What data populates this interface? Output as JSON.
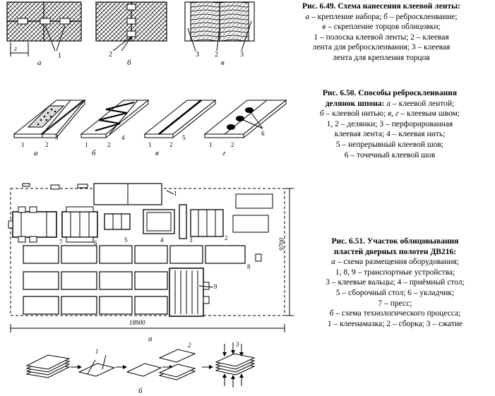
{
  "fig649": {
    "caption": [
      {
        "b": "Рис. 6.49. Схема нанесения клеевой ленты:"
      },
      {
        "i": "а",
        "t": " – крепление набора; ",
        "i2": "б",
        "t2": " – ребросклеивание;"
      },
      {
        "i": "в",
        "t": " – скрепление торцов облицовки;"
      },
      {
        "t": "1 – полоска клеевой ленты; 2 – клеевая"
      },
      {
        "t": "лента для ребросклеивания; 3 – клеевая"
      },
      {
        "t": "лента для крепления торцов"
      }
    ],
    "labels": {
      "a": "а",
      "b": "б",
      "v": "в",
      "g": "г",
      "n1": "1",
      "n2": "2",
      "n2b": "2",
      "n3": "3",
      "n3b": "3"
    }
  },
  "fig650": {
    "caption": [
      {
        "b": "Рис. 6.50. Способы ребросклеивания"
      },
      {
        "b": "делянок шпона: ",
        "i": "а",
        "t": " – клеевой лентой;"
      },
      {
        "i": "б",
        "t": " – клеевой нитью; ",
        "i2": "в, г",
        "t2": " – клеевым швом;"
      },
      {
        "t": "1, 2 – делянки; 3 – перфорированная"
      },
      {
        "t": "клеевая лента; 4 – клеевая нить;"
      },
      {
        "t": "5 – непрерывный клеевой шов;"
      },
      {
        "t": "6 – точечный клеевой шов"
      }
    ],
    "labels": {
      "a": "а",
      "b": "б",
      "v": "в",
      "g": "г",
      "n1": "1",
      "n2": "2",
      "n3": "3",
      "n4": "4",
      "n5": "5",
      "n6": "6"
    }
  },
  "fig651": {
    "caption": [
      {
        "b": "Рис. 6.51. Участок облицовывания"
      },
      {
        "b": "пластей дверных полотен ДВ216:"
      },
      {
        "i": "а",
        "t": " – схема размещения оборудования;"
      },
      {
        "t": "1, 8, 9 – транспортные устройства;"
      },
      {
        "t": "3 – клеевые вальцы; 4 – приёмный стол;"
      },
      {
        "t": "5 – сборочный стол; 6 – укладчик;"
      },
      {
        "t": "7 – пресс;"
      },
      {
        "i": "б",
        "t": " – схема технологического процесса;"
      },
      {
        "t": "1 – клеенамазка; 2 – сборка; 3 – сжатие"
      }
    ],
    "dims": {
      "height": "9700",
      "width": "18900"
    },
    "labels": {
      "a": "а",
      "b": "б",
      "n1": "1",
      "n2": "2",
      "n3": "3",
      "n4": "4",
      "n5": "5",
      "n6": "6",
      "n7": "7",
      "n8": "8",
      "n9": "9",
      "p1": "1",
      "p2": "2",
      "p3": "3"
    }
  }
}
